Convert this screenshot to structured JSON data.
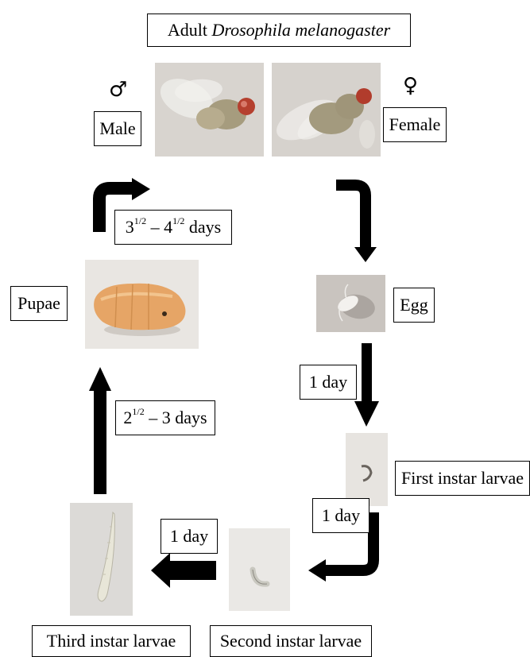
{
  "title": {
    "prefix": "Adult ",
    "species": "Drosophila melanogaster"
  },
  "sexes": {
    "male": {
      "symbol": "♂",
      "label": "Male"
    },
    "female": {
      "symbol": "♀",
      "label": "Female"
    }
  },
  "stages": {
    "egg": "Egg",
    "first_instar": "First instar larvae",
    "second_instar": "Second instar larvae",
    "third_instar": "Third instar larvae",
    "pupae": "Pupae"
  },
  "durations": {
    "egg_to_first": "1 day",
    "first_to_second": "1 day",
    "second_to_third": "1 day",
    "third_to_pupae": {
      "a": "2",
      "a_sup": "1/2",
      "b": " – 3 days"
    },
    "pupae_to_adult": {
      "a": "3",
      "a_sup": "1/2",
      "b": " – 4",
      "b_sup": "1/2",
      "c": " days"
    }
  },
  "colors": {
    "arrow": "#000000",
    "box_border": "#000000",
    "pupa": "#e6a566",
    "photo_bg": "#d9d6d2"
  }
}
